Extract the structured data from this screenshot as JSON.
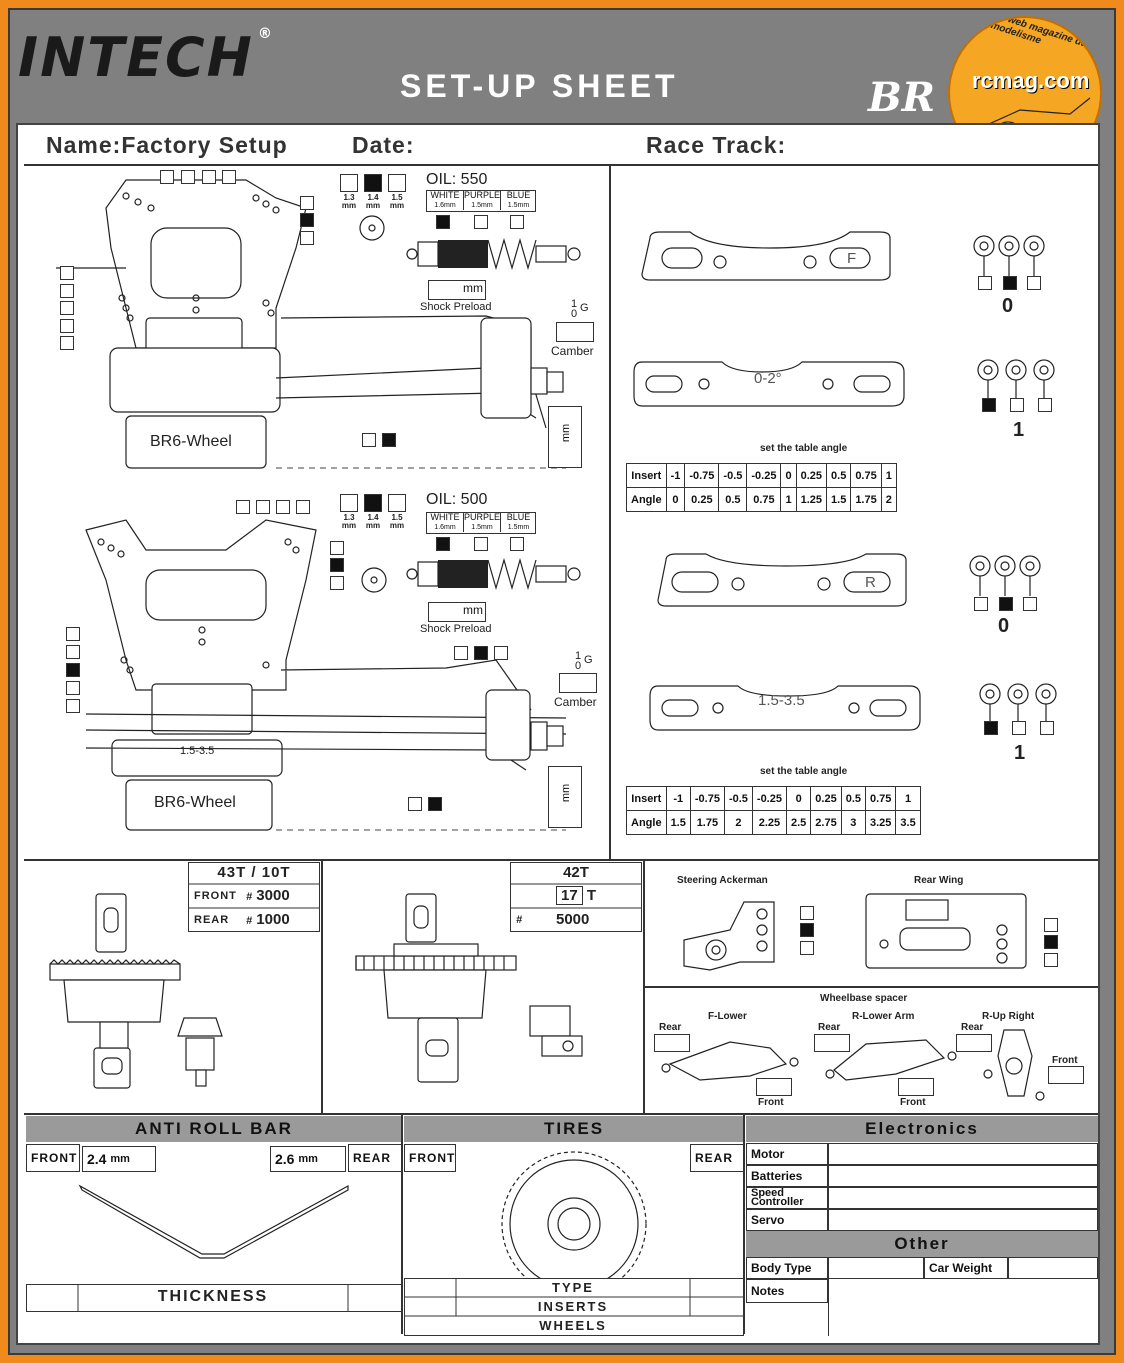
{
  "brand": {
    "logo": "INTECH",
    "reg": "®",
    "model": "BR",
    "title": "SET-UP SHEET",
    "badge_top": "Le web magazine du modelisme",
    "badge_main": "rcmag.com"
  },
  "header": {
    "name_label": "Name:",
    "name_value": "Factory Setup",
    "date_label": "Date:",
    "track_label": "Race Track:"
  },
  "front": {
    "oil": "OIL: 550",
    "piston": [
      "1.3",
      "1.4",
      "1.5"
    ],
    "piston_unit": "mm",
    "spring": [
      {
        "c": "WHITE",
        "s": "1.6mm"
      },
      {
        "c": "PURPLE",
        "s": "1.5mm"
      },
      {
        "c": "BLUE",
        "s": "1.5mm"
      }
    ],
    "preload_unit": "mm",
    "preload_label": "Shock Preload",
    "camber_label": "Camber",
    "camber_top": "1",
    "camber_bottom": "0",
    "camber_g": "G",
    "wheel": "BR6-Wheel",
    "ride_unit": "mm"
  },
  "rear": {
    "oil": "OIL: 500",
    "piston": [
      "1.3",
      "1.4",
      "1.5"
    ],
    "piston_unit": "mm",
    "spring": [
      {
        "c": "WHITE",
        "s": "1.6mm"
      },
      {
        "c": "PURPLE",
        "s": "1.5mm"
      },
      {
        "c": "BLUE",
        "s": "1.5mm"
      }
    ],
    "preload_unit": "mm",
    "preload_label": "Shock Preload",
    "camber_label": "Camber",
    "camber_top": "1",
    "camber_bottom": "0",
    "camber_g": "G",
    "wheel": "BR6-Wheel",
    "ride_unit": "mm",
    "plate_label": "1.5-3.5"
  },
  "hinge": {
    "ff_label": "F",
    "ff_value": "0",
    "fr_label": "0-2°",
    "fr_value": "1",
    "rf_label": "R",
    "rf_value": "0",
    "rr_label": "1.5-3.5",
    "rr_value": "1",
    "table_caption": "set the table angle",
    "table1": {
      "insert": [
        "Insert",
        "-1",
        "-0.75",
        "-0.5",
        "-0.25",
        "0",
        "0.25",
        "0.5",
        "0.75",
        "1"
      ],
      "angle": [
        "Angle",
        "0",
        "0.25",
        "0.5",
        "0.75",
        "1",
        "1.25",
        "1.5",
        "1.75",
        "2"
      ]
    },
    "table2": {
      "insert": [
        "Insert",
        "-1",
        "-0.75",
        "-0.5",
        "-0.25",
        "0",
        "0.25",
        "0.5",
        "0.75",
        "1"
      ],
      "angle": [
        "Angle",
        "1.5",
        "1.75",
        "2",
        "2.25",
        "2.5",
        "2.75",
        "3",
        "3.25",
        "3.5"
      ]
    }
  },
  "diff_front": {
    "ratio": "43T / 10T",
    "front_label": "FRONT",
    "front_hash": "#",
    "front_value": "3000",
    "rear_label": "REAR",
    "rear_hash": "#",
    "rear_value": "1000"
  },
  "diff_rear": {
    "ratio": "42T",
    "pinion": "17",
    "pinion_unit": "T",
    "hash": "#",
    "value": "5000"
  },
  "steering": {
    "ackerman": "Steering Ackerman",
    "wing": "Rear Wing"
  },
  "wheelbase": {
    "title": "Wheelbase spacer",
    "f_lower": "F-Lower",
    "r_lower": "R-Lower Arm",
    "r_up": "R-Up Right",
    "rear": "Rear",
    "front": "Front"
  },
  "arb": {
    "title": "ANTI ROLL BAR",
    "front": "FRONT",
    "front_value": "2.4",
    "rear": "REAR",
    "rear_value": "2.6",
    "unit": "mm",
    "thickness": "THICKNESS"
  },
  "tires": {
    "title": "TIRES",
    "front": "FRONT",
    "rear": "REAR",
    "type": "TYPE",
    "inserts": "INSERTS",
    "wheels": "WHEELS"
  },
  "electronics": {
    "title": "Electronics",
    "rows": [
      "Motor",
      "Batteries",
      "Speed Controller",
      "Servo"
    ]
  },
  "other": {
    "title": "Other",
    "body": "Body Type",
    "weight": "Car Weight",
    "notes": "Notes"
  }
}
